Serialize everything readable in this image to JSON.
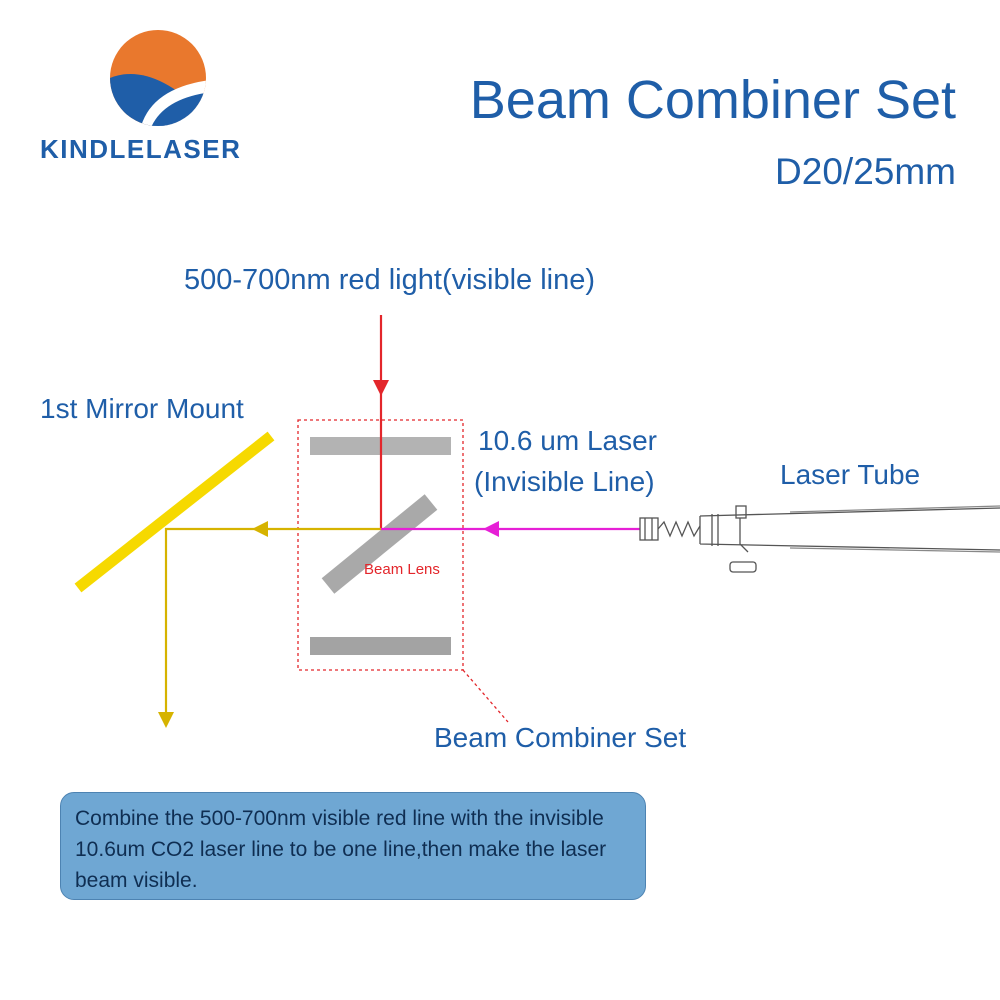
{
  "brand": {
    "name": "KINDLELASER"
  },
  "header": {
    "title": "Beam Combiner Set",
    "subtitle": "D20/25mm"
  },
  "labels": {
    "red_light": "500-700nm red light(visible line)",
    "mirror_mount": "1st Mirror Mount",
    "laser_line_1": "10.6 um Laser",
    "laser_line_2": "(Invisible Line)",
    "laser_tube": "Laser Tube",
    "beam_lens": "Beam Lens",
    "combiner_set": "Beam Combiner Set"
  },
  "note": {
    "text": "Combine the 500-700nm visible red line with the invisible 10.6um CO2 laser line to be one line,then make the laser beam visible."
  },
  "colors": {
    "brand_blue": "#1f5ea8",
    "logo_orange": "#e9782d",
    "red_beam": "#e3262b",
    "co2_beam": "#e61fd6",
    "combined_beam": "#d6b300",
    "mirror": "#f6d900",
    "lens_gray": "#a9a9a9",
    "note_bg": "#6fa7d3"
  }
}
